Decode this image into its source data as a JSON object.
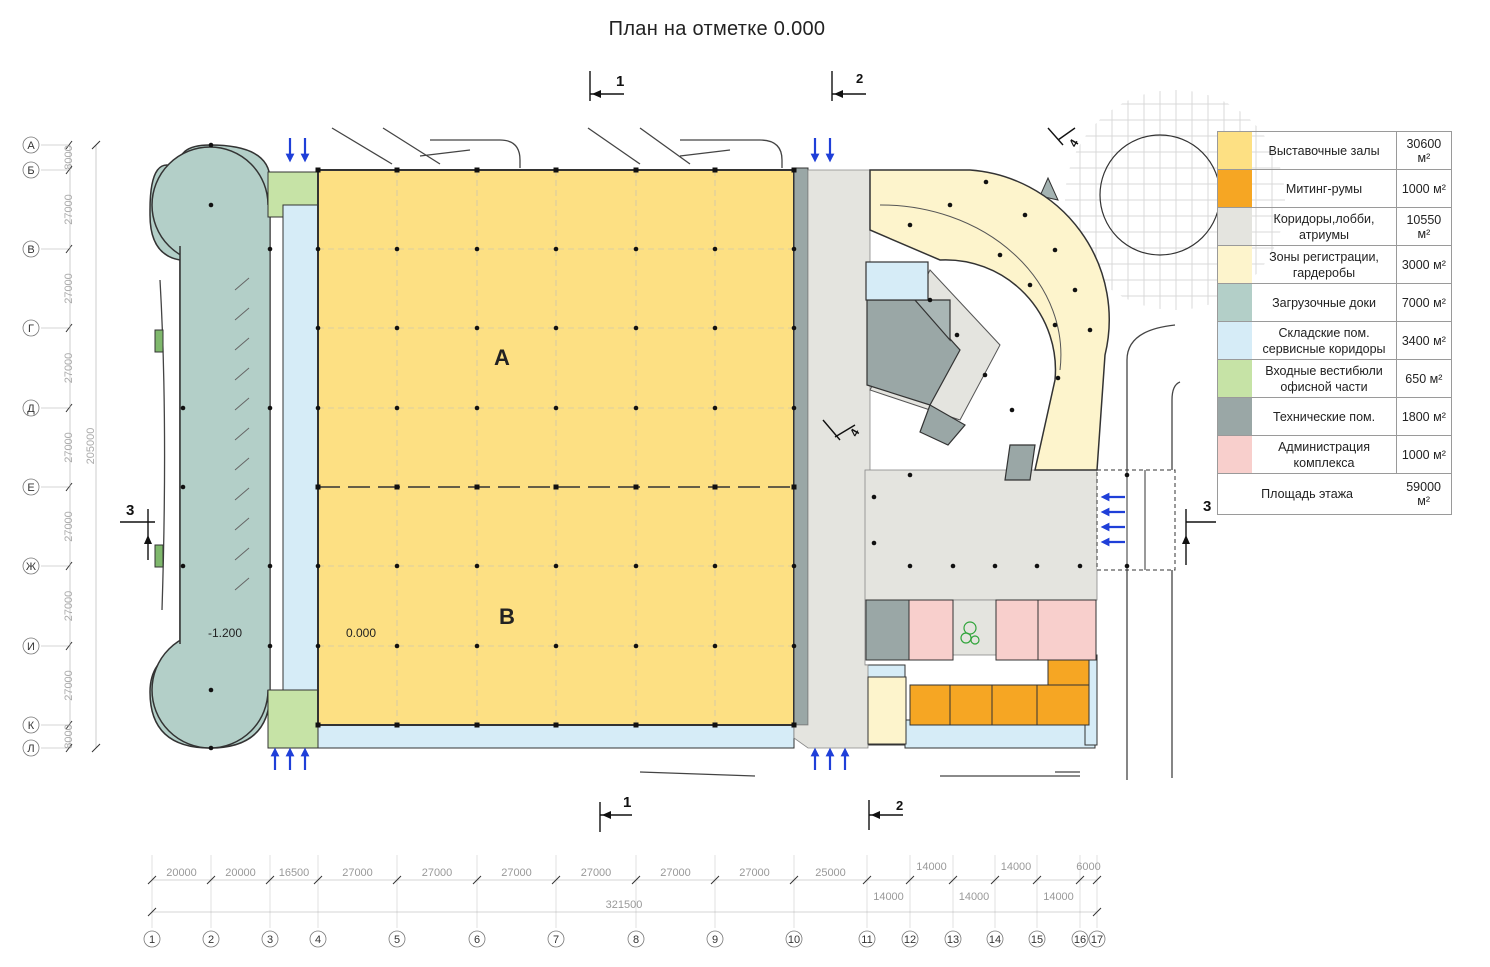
{
  "title": "План на отметке 0.000",
  "rows": [
    {
      "label": "А",
      "dim": "8000"
    },
    {
      "label": "Б",
      "dim": "27000"
    },
    {
      "label": "В",
      "dim": "27000"
    },
    {
      "label": "Г",
      "dim": "27000"
    },
    {
      "label": "Д",
      "dim": "27000"
    },
    {
      "label": "Е",
      "dim": "27000"
    },
    {
      "label": "Ж",
      "dim": "27000"
    },
    {
      "label": "И",
      "dim": "27000"
    },
    {
      "label": "К",
      "dim": "8000"
    },
    {
      "label": "Л",
      "dim": ""
    }
  ],
  "total_row_dim": "205000",
  "columns": [
    "1",
    "2",
    "3",
    "4",
    "5",
    "6",
    "7",
    "8",
    "9",
    "10",
    "11",
    "12",
    "13",
    "14",
    "15",
    "16",
    "17"
  ],
  "column_dims_top": [
    "20000",
    "20000",
    "16500",
    "27000",
    "27000",
    "27000",
    "27000",
    "27000",
    "27000",
    "25000"
  ],
  "column_dims_upper_right": [
    "14000",
    "14000",
    "6000"
  ],
  "column_dims_lower_right": [
    "14000",
    "14000",
    "14000"
  ],
  "total_col_dim": "321500",
  "hall_labels": {
    "a": "A",
    "b": "B"
  },
  "elevations": {
    "dock": "-1.200",
    "hall": "0.000"
  },
  "sections": {
    "s1": "1",
    "s2": "2",
    "s3": "3",
    "s4": "4"
  },
  "legend": [
    {
      "label": "Выставочные залы",
      "value": "30600 м²",
      "color": "#fde083"
    },
    {
      "label": "Митинг-румы",
      "value": "1000 м²",
      "color": "#f6a623"
    },
    {
      "label": "Коридоры,лобби, атриумы",
      "value": "10550 м²",
      "color": "#e4e4df"
    },
    {
      "label": "Зоны регистрации, гардеробы",
      "value": "3000 м²",
      "color": "#fdf4cc"
    },
    {
      "label": "Загрузочные доки",
      "value": "7000 м²",
      "color": "#b3cfc8"
    },
    {
      "label": "Складские пом. сервисные коридоры",
      "value": "3400 м²",
      "color": "#d6ecf7"
    },
    {
      "label": "Входные вестибюли офисной части",
      "value": "650 м²",
      "color": "#c6e3a6"
    },
    {
      "label": "Технические пом.",
      "value": "1800 м²",
      "color": "#9aa7a6"
    },
    {
      "label": "Администрация комплекса",
      "value": "1000 м²",
      "color": "#f8cfcc"
    }
  ],
  "total": {
    "label": "Площадь этажа",
    "value": "59000 м²"
  }
}
